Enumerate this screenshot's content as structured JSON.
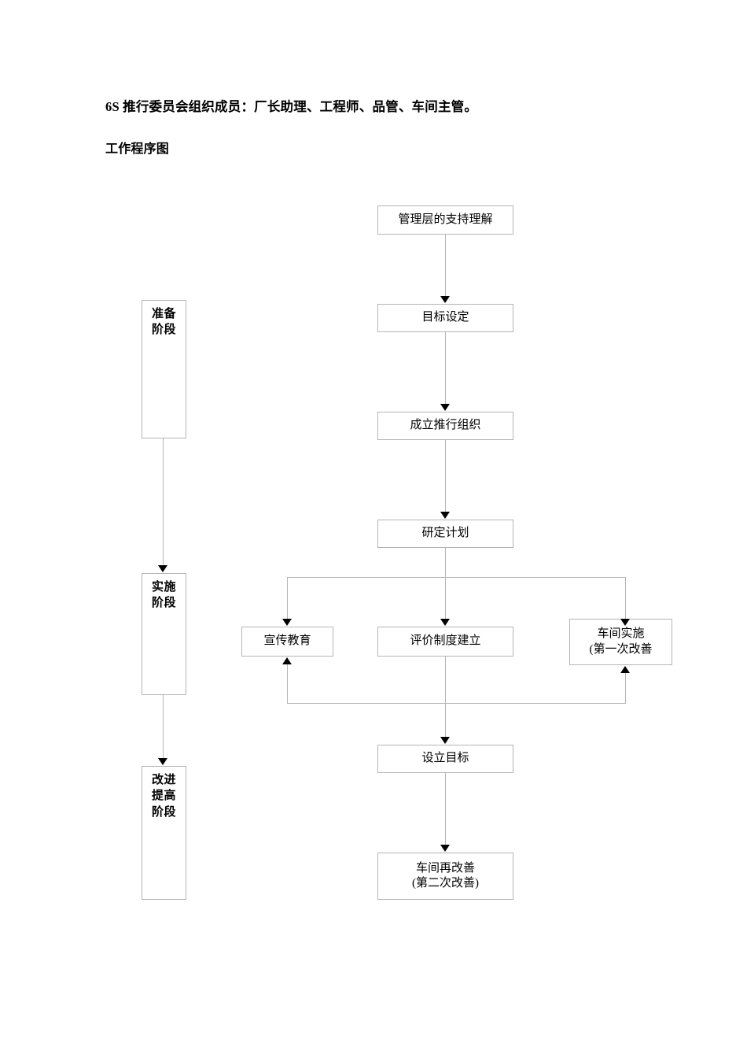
{
  "document": {
    "heading_members": "6S 推行委员会组织成员：厂长助理、工程师、品管、车间主管。",
    "subtitle": "工作程序图"
  },
  "chart_data": {
    "type": "flowchart",
    "title": "工作程序图",
    "orientation": "top-to-bottom",
    "line_color": "#b5b5b5",
    "arrow_color": "#000000",
    "phases": [
      {
        "id": "phase-prepare",
        "label": "准备\n阶段"
      },
      {
        "id": "phase-implement",
        "label": "实施\n阶段"
      },
      {
        "id": "phase-improve",
        "label": "改进\n提高\n阶段"
      }
    ],
    "nodes": [
      {
        "id": "n1",
        "label": "管理层的支持理解"
      },
      {
        "id": "n2",
        "label": "目标设定"
      },
      {
        "id": "n3",
        "label": "成立推行组织"
      },
      {
        "id": "n4",
        "label": "研定计划"
      },
      {
        "id": "n5",
        "label": "宣传教育"
      },
      {
        "id": "n6",
        "label": "评价制度建立"
      },
      {
        "id": "n7",
        "label": "车间实施\n(第一次改善"
      },
      {
        "id": "n8",
        "label": "设立目标"
      },
      {
        "id": "n9",
        "label": "车间再改善\n(第二次改善)"
      }
    ],
    "edges": [
      {
        "from": "n1",
        "to": "n2"
      },
      {
        "from": "n2",
        "to": "n3"
      },
      {
        "from": "n3",
        "to": "n4"
      },
      {
        "from": "n4",
        "to": "n5"
      },
      {
        "from": "n4",
        "to": "n6"
      },
      {
        "from": "n4",
        "to": "n7"
      },
      {
        "from": "n5",
        "to": "n8"
      },
      {
        "from": "n6",
        "to": "n8"
      },
      {
        "from": "n7",
        "to": "n8"
      },
      {
        "from": "n8",
        "to": "n9"
      },
      {
        "from": "phase-prepare",
        "to": "phase-implement"
      },
      {
        "from": "phase-implement",
        "to": "phase-improve"
      }
    ]
  }
}
